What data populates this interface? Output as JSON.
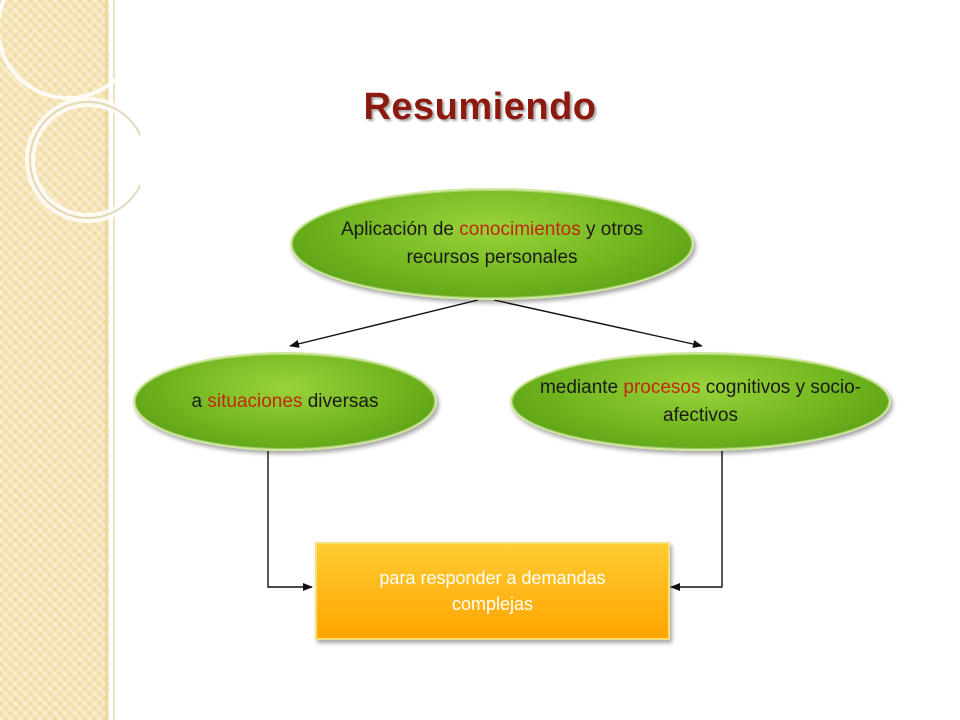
{
  "title": "Resumiendo",
  "nodes": {
    "top": {
      "before": "Aplicación de ",
      "highlight": "conocimientos",
      "after": " y otros recursos personales"
    },
    "left": {
      "before": "a ",
      "highlight": "situaciones",
      "after": " diversas"
    },
    "right": {
      "before": "mediante ",
      "highlight": "procesos",
      "after": " cognitivos y socio-afectivos"
    },
    "bottom": {
      "text": "para responder a demandas complejas"
    }
  },
  "colors": {
    "title": "#8c1a0e",
    "highlight": "#c0280f",
    "node_green": "#6fb41e",
    "node_orange": "#ffa500",
    "side_band": "#f6e4b4"
  }
}
